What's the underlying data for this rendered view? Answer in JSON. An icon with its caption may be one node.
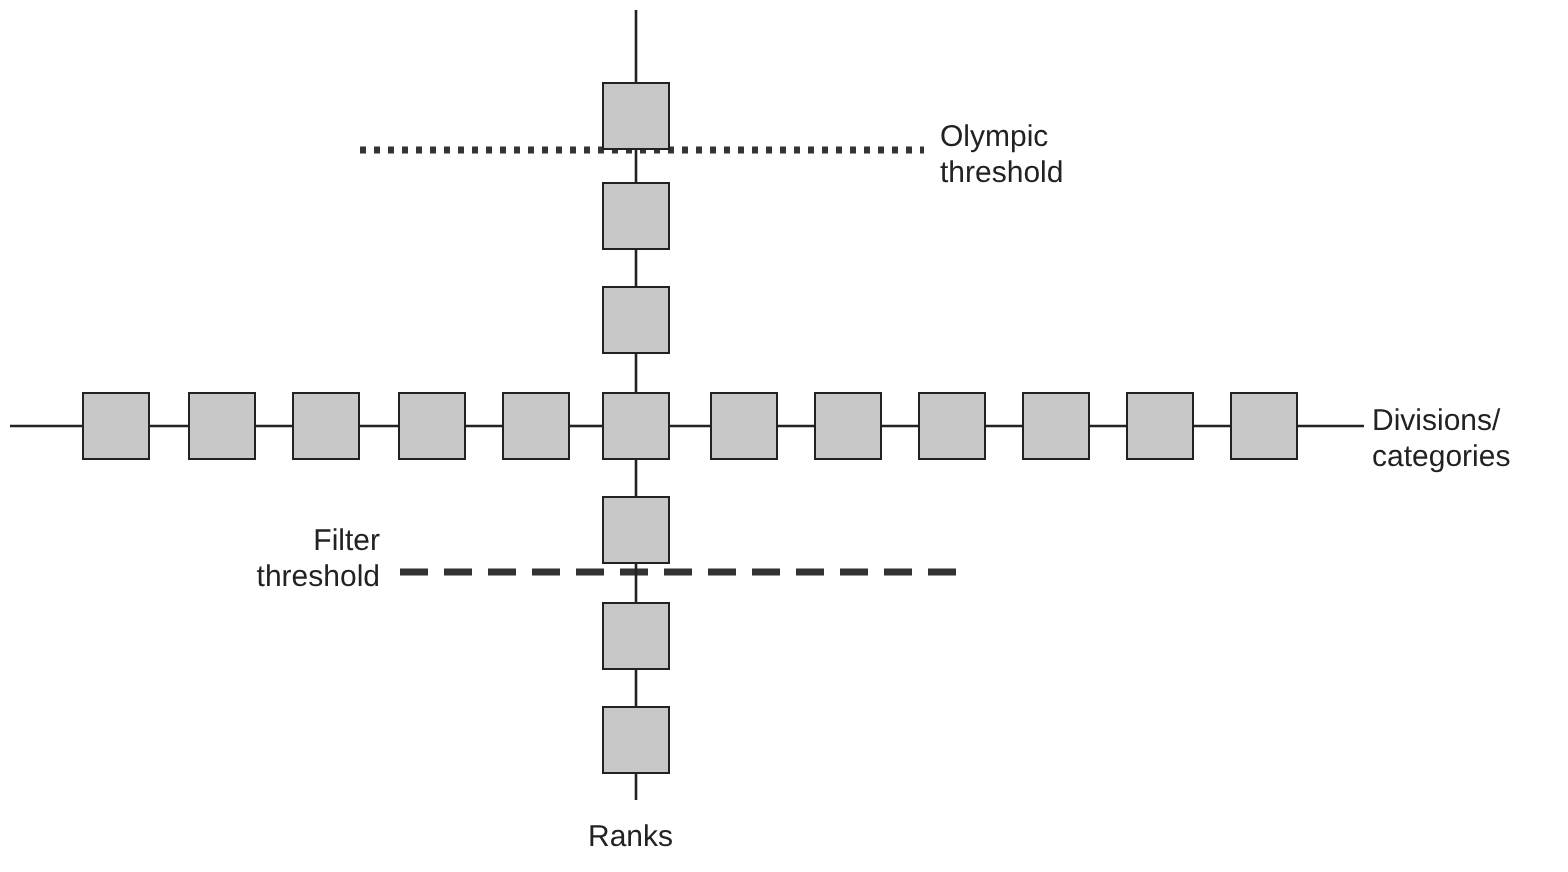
{
  "diagram": {
    "nodes": [
      {
        "text": [],
        "shape": "box"
      },
      {
        "text": [],
        "shape": "box"
      },
      {
        "text": [],
        "shape": "box"
      },
      {
        "text": [],
        "shape": "box"
      },
      {
        "text": [],
        "shape": "box"
      },
      {
        "text": [],
        "shape": "box"
      },
      {
        "text": [],
        "shape": "box"
      },
      {
        "text": [],
        "shape": "box"
      },
      {
        "text": [],
        "shape": "box"
      },
      {
        "text": [],
        "shape": "box"
      },
      {
        "text": [],
        "shape": "box"
      },
      {
        "text": [],
        "shape": "box"
      },
      {
        "text": [],
        "shape": "box"
      },
      {
        "text": [],
        "shape": "box"
      },
      {
        "text": [],
        "shape": "box"
      },
      {
        "text": [
          "Divisions/ categories"
        ]
      },
      {
        "text": [],
        "shape": "box"
      },
      {
        "text": [],
        "shape": "box"
      },
      {
        "text": [],
        "shape": "box"
      },
      {
        "text": [
          "Ranks"
        ]
      }
    ],
    "edges": [
      {
        "from": null,
        "to": 0,
        "arrow": "none"
      },
      {
        "from": 0,
        "to": 1,
        "arrow": "none"
      },
      {
        "from": 1,
        "to": 2,
        "arrow": "none"
      },
      {
        "from": 2,
        "to": 8,
        "arrow": "none"
      },
      {
        "from": 8,
        "to": 16,
        "arrow": "none"
      },
      {
        "from": 16,
        "to": 17,
        "arrow": "none"
      },
      {
        "from": 17,
        "to": 18,
        "arrow": "none"
      },
      {
        "from": 18,
        "to": 19,
        "arrow": "none"
      },
      {
        "from": null,
        "to": 3,
        "arrow": "none"
      },
      {
        "from": 3,
        "to": 4,
        "arrow": "none"
      },
      {
        "from": 4,
        "to": 5,
        "arrow": "none"
      },
      {
        "from": 5,
        "to": 6,
        "arrow": "none"
      },
      {
        "from": 6,
        "to": 7,
        "arrow": "none"
      },
      {
        "from": 7,
        "to": 8,
        "arrow": "none"
      },
      {
        "from": 8,
        "to": 9,
        "arrow": "none"
      },
      {
        "from": 9,
        "to": 10,
        "arrow": "none"
      },
      {
        "from": 10,
        "to": 11,
        "arrow": "none"
      },
      {
        "from": 11,
        "to": 12,
        "arrow": "none"
      },
      {
        "from": 12,
        "to": 13,
        "arrow": "none"
      },
      {
        "from": 13,
        "to": 14,
        "arrow": "none"
      },
      {
        "from": 14,
        "to": 15,
        "arrow": "none"
      }
    ],
    "labels": [
      "Olympic threshold",
      "Filter threshold"
    ]
  }
}
